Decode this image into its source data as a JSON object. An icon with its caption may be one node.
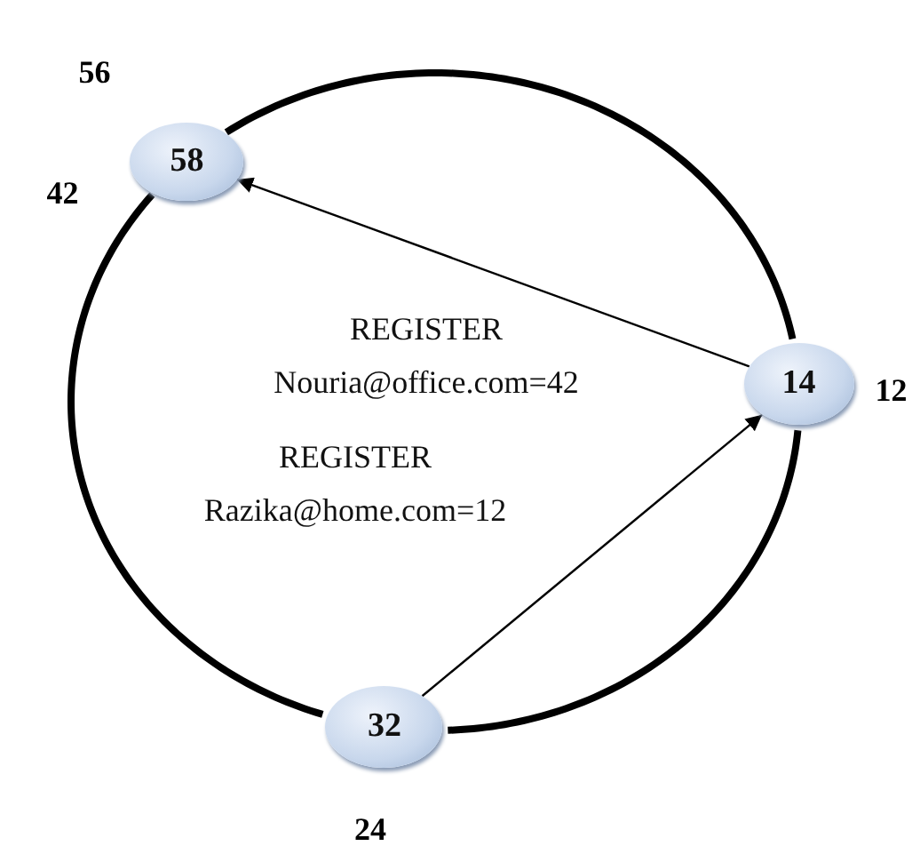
{
  "diagram": {
    "nodes": [
      {
        "text": [
          "58"
        ],
        "beside": [
          "56",
          "42"
        ]
      },
      {
        "text": [
          "14"
        ],
        "beside": [
          "12"
        ]
      },
      {
        "text": [
          "32"
        ],
        "beside": [
          "24"
        ]
      }
    ],
    "edges": [
      {
        "from": 0,
        "to": 1,
        "arrow": "none"
      },
      {
        "from": 1,
        "to": 2,
        "arrow": "none"
      },
      {
        "from": 2,
        "to": 0,
        "arrow": "none"
      },
      {
        "from": 1,
        "to": 0,
        "arrow": "to",
        "label": "REGISTER Nouria@office.com=42"
      },
      {
        "from": 2,
        "to": 1,
        "arrow": "to",
        "label": "REGISTER Razika@home.com=12"
      }
    ]
  }
}
